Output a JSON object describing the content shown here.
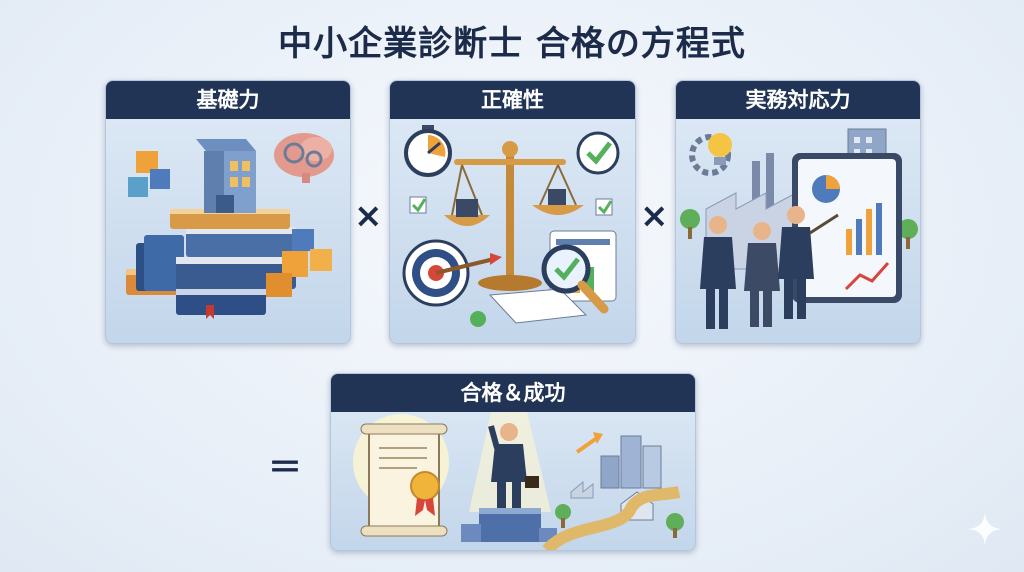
{
  "title": "中小企業診断士 合格の方程式",
  "cards": [
    {
      "label": "基礎力"
    },
    {
      "label": "正確性"
    },
    {
      "label": "実務対応力"
    },
    {
      "label": "合格＆成功"
    }
  ],
  "operators": {
    "times": "×",
    "equals": "＝"
  },
  "colors": {
    "header": "#213456",
    "title": "#1d2b4a",
    "accent_orange": "#f0a23a",
    "accent_green": "#54b05a"
  }
}
